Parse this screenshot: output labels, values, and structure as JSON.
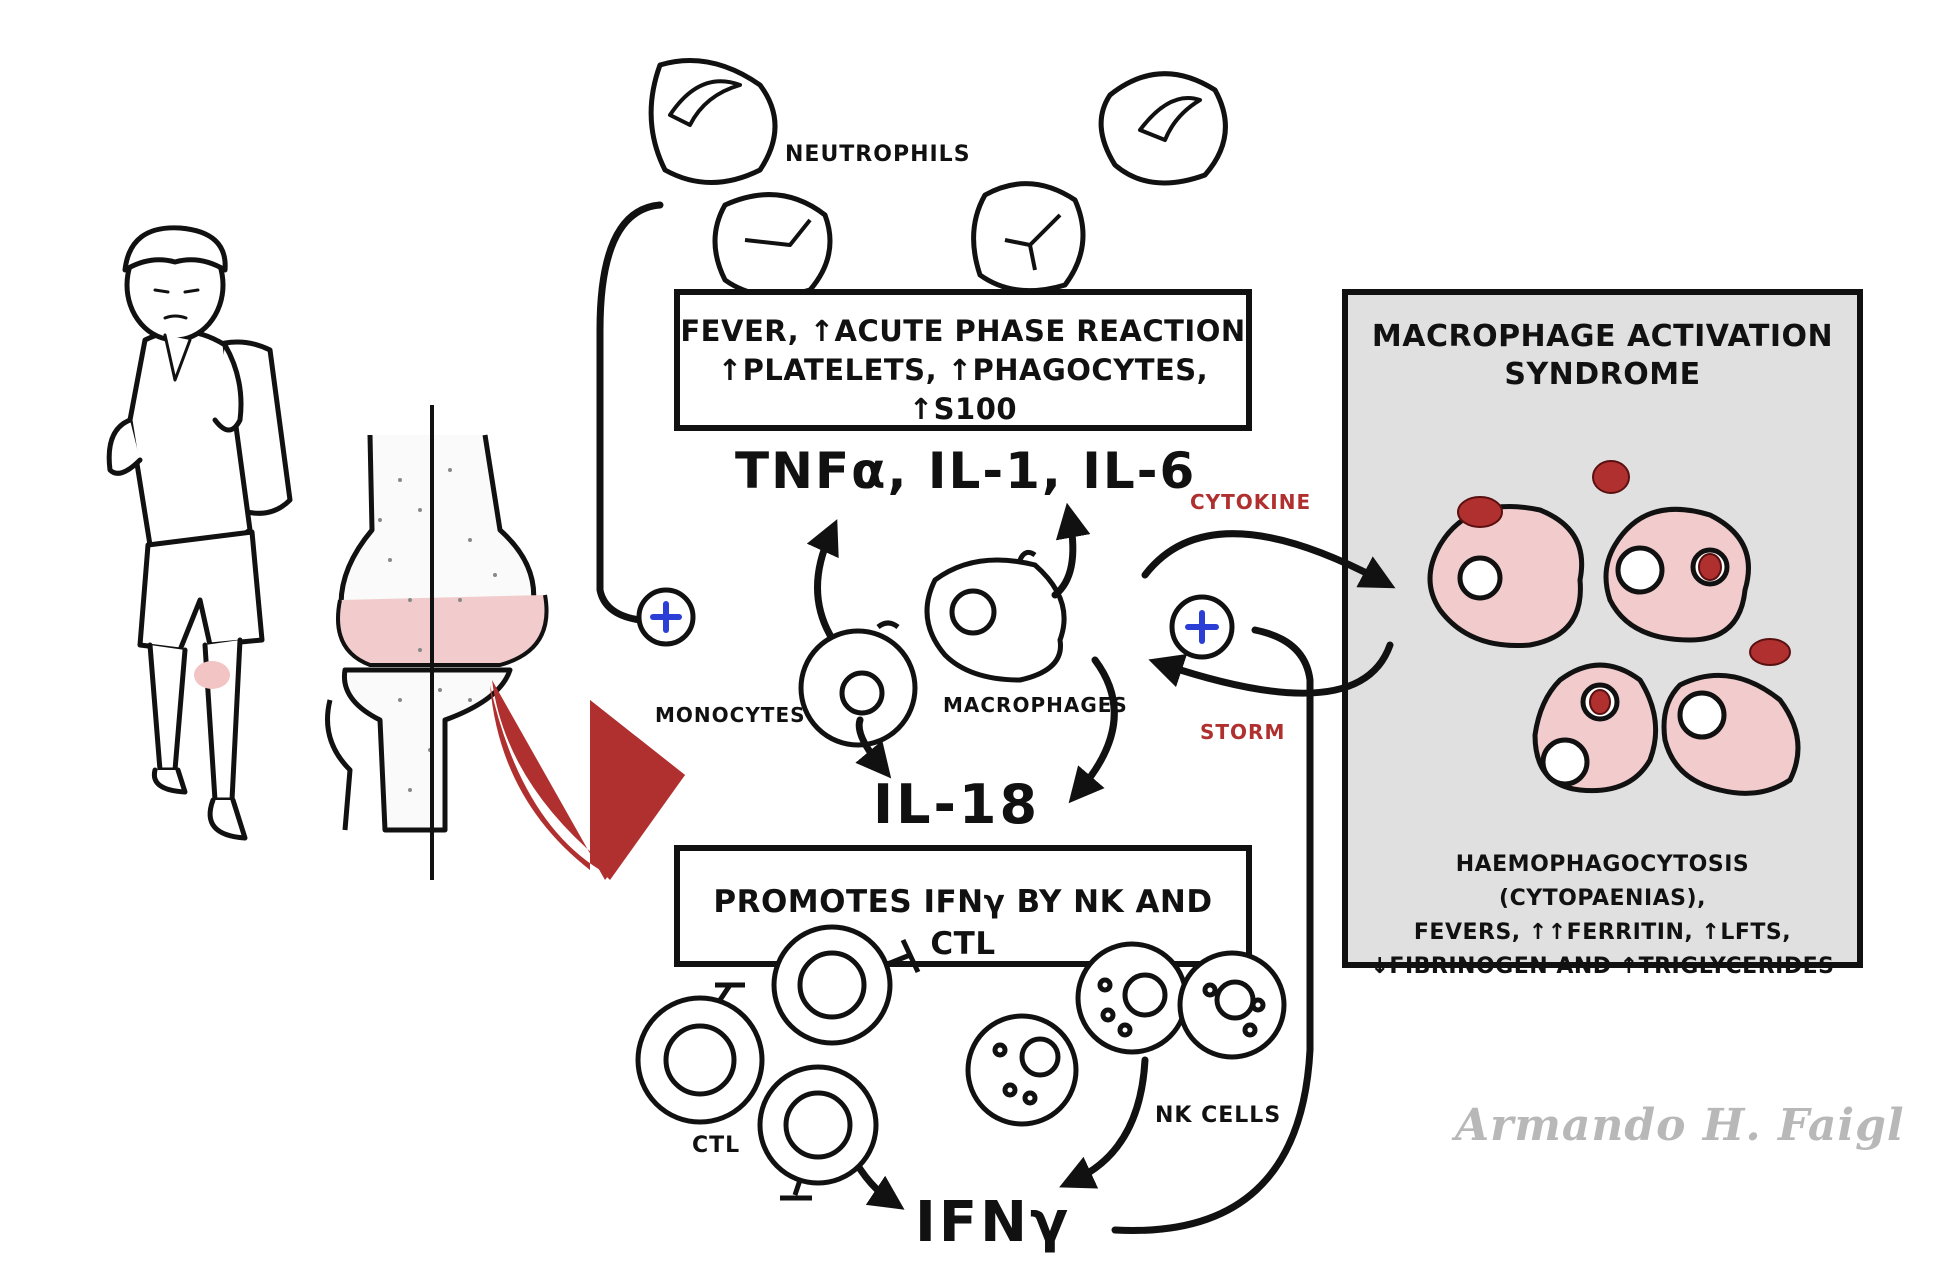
{
  "top_box": {
    "line1": "FEVER, ↑ACUTE PHASE REACTION",
    "line2": "↑PLATELETS, ↑PHAGOCYTES, ↑S100"
  },
  "cytokines": "TNFα, IL-1, IL-6",
  "labels": {
    "neutrophils": "NEUTROPHILS",
    "monocytes": "MONOCYTES",
    "macrophages": "MACROPHAGES",
    "il18": "IL-18",
    "ctl": "CTL",
    "nk_cells": "NK CELLS",
    "ifn": "IFNγ",
    "cytokine": "CYTOKINE",
    "storm": "STORM"
  },
  "mid_box": "PROMOTES IFNγ BY NK AND CTL",
  "mas": {
    "title_line1": "MACROPHAGE ACTIVATION",
    "title_line2": "SYNDROME",
    "desc_line1": "HAEMOPHAGOCYTOSIS (CYTOPAENIAS),",
    "desc_line2": "FEVERS, ↑↑FERRITIN, ↑LFTS,",
    "desc_line3": "↓FIBRINOGEN AND ↑TRIGLYCERIDES"
  },
  "plus_symbol": "+",
  "signature": "Armando H. Faigl",
  "colors": {
    "ink": "#111111",
    "blood_red": "#b03030",
    "cell_pink": "#f2cccc",
    "panel_gray": "#e0e0e0",
    "plus_blue": "#2b3fd6"
  }
}
